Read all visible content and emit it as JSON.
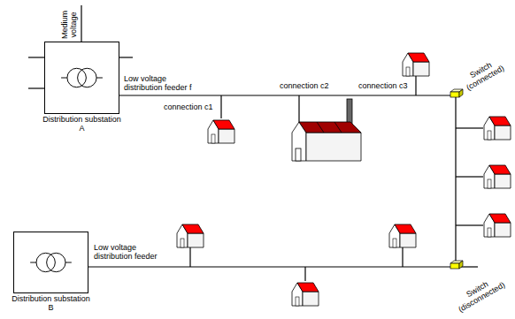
{
  "diagram": {
    "nodes": [
      {
        "text": [
          "Distribution substation A"
        ]
      },
      {
        "text": [
          "Distribution substation B"
        ]
      }
    ],
    "edges": [
      {
        "from": 0,
        "to": 1,
        "arrow": "none"
      }
    ],
    "labels": [
      "Medium voltage",
      "Low voltage distribution feeder f",
      "connection c1",
      "connection c2",
      "connection c3",
      "Switch (connected)",
      "Switch (disconnected)",
      "Low voltage distribution feeder"
    ]
  }
}
